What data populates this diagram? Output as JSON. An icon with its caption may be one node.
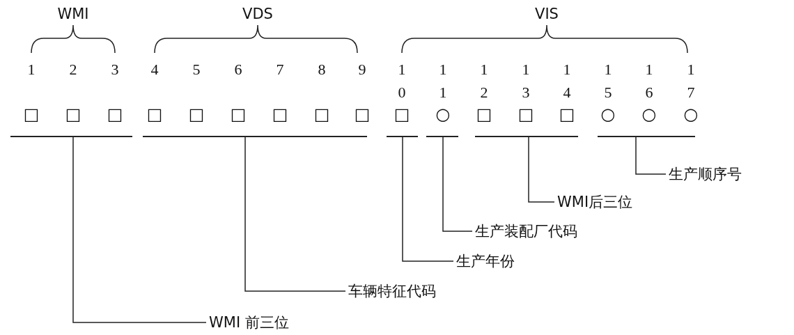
{
  "diagram": {
    "nodes": [
      {
        "text": [],
        "shape": "bar"
      },
      {
        "text": [],
        "shape": "bar"
      },
      {
        "text": [],
        "shape": "bar"
      },
      {
        "text": [],
        "shape": "bar"
      },
      {
        "text": [],
        "shape": "bar"
      },
      {
        "text": [],
        "shape": "bar"
      },
      {
        "text": [
          "生产顺序号"
        ]
      },
      {
        "text": [
          "WMI后三位"
        ]
      },
      {
        "text": [
          "生产装配厂代码"
        ]
      },
      {
        "text": [
          "生产年份"
        ]
      },
      {
        "text": [
          "车辆特征代码"
        ]
      },
      {
        "text": [
          "WMI 前三位"
        ]
      }
    ],
    "edges": [
      {
        "from": 5,
        "to": 6,
        "arrow": "none"
      },
      {
        "from": 4,
        "to": 7,
        "arrow": "none"
      },
      {
        "from": 3,
        "to": 8,
        "arrow": "none"
      },
      {
        "from": 2,
        "to": 9,
        "arrow": "none"
      },
      {
        "from": 1,
        "to": 10,
        "arrow": "none"
      },
      {
        "from": 0,
        "to": 11,
        "arrow": "none"
      }
    ],
    "labels": [
      "WMI",
      "VDS",
      "VIS",
      "1",
      "2",
      "3",
      "4",
      "5",
      "6",
      "7",
      "8",
      "9",
      "10",
      "11",
      "12",
      "13",
      "14",
      "15",
      "16",
      "17",
      "□",
      "□",
      "□",
      "□",
      "□",
      "□",
      "□",
      "□",
      "□",
      "□",
      "○",
      "□",
      "□",
      "□",
      "○",
      "○",
      "○"
    ]
  }
}
